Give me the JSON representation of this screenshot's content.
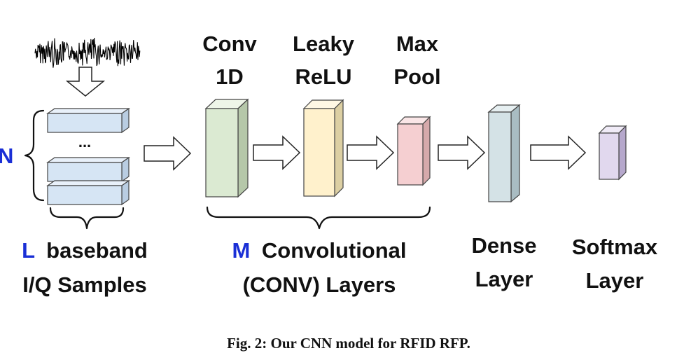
{
  "input": {
    "n_label": "N",
    "ellipsis": "...",
    "l_label": "L",
    "samples_line1_rest": "baseband",
    "samples_line2": "I/Q Samples"
  },
  "conv": {
    "conv1d_line1": "Conv",
    "conv1d_line2": "1D",
    "leaky_line1": "Leaky",
    "leaky_line2": "ReLU",
    "maxpool_line1": "Max",
    "maxpool_line2": "Pool",
    "m_label": "M",
    "group_line1_rest": "Convolutional",
    "group_line2": "(CONV) Layers"
  },
  "dense": {
    "line1": "Dense",
    "line2": "Layer"
  },
  "softmax": {
    "line1": "Softmax",
    "line2": "Layer"
  },
  "caption": "Fig. 2: Our CNN model for RFID RFP.",
  "colors": {
    "sample_block": "#d6e5f4",
    "conv1d": "#dbead2",
    "leaky_relu": "#fff1cc",
    "max_pool": "#f5cfd1",
    "dense": "#d4e2e6",
    "softmax": "#e1d8ee",
    "blue_text": "#1a2fd6"
  }
}
